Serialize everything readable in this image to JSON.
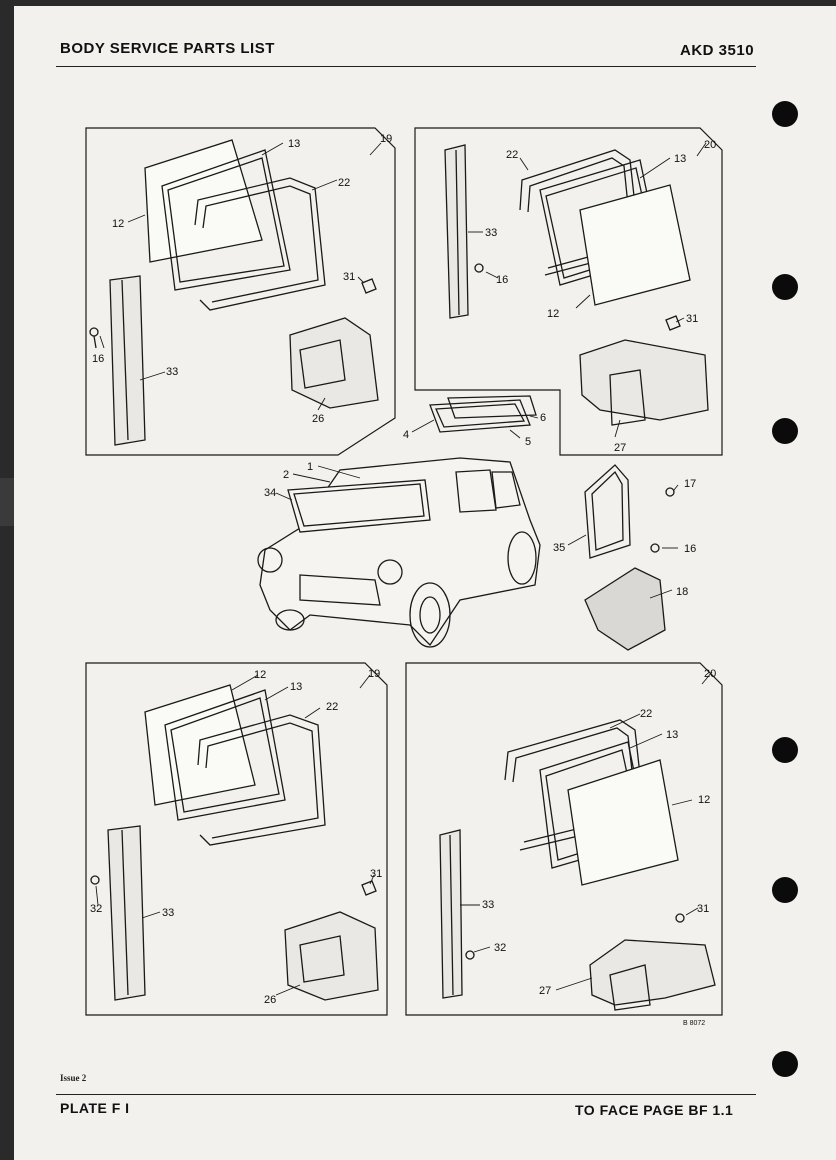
{
  "header": {
    "title": "BODY SERVICE PARTS LIST",
    "code": "AKD 3510"
  },
  "footer": {
    "issue": "Issue 2",
    "plate": "PLATE F I",
    "face_page": "TO FACE PAGE BF 1.1"
  },
  "drawing_ref": "B 8072",
  "panels": {
    "top_left": {
      "number": "19",
      "labels": [
        "13",
        "12",
        "22",
        "31",
        "16",
        "33",
        "26"
      ]
    },
    "top_right": {
      "number": "20",
      "labels": [
        "22",
        "13",
        "33",
        "16",
        "12",
        "31",
        "27"
      ]
    },
    "middle": {
      "labels": [
        "6",
        "4",
        "5",
        "1",
        "2",
        "34",
        "17",
        "35",
        "16",
        "18"
      ]
    },
    "bottom_left": {
      "number": "19",
      "labels": [
        "12",
        "13",
        "22",
        "31",
        "32",
        "33",
        "26"
      ]
    },
    "bottom_right": {
      "number": "20",
      "labels": [
        "22",
        "13",
        "12",
        "31",
        "33",
        "32",
        "27"
      ]
    }
  }
}
